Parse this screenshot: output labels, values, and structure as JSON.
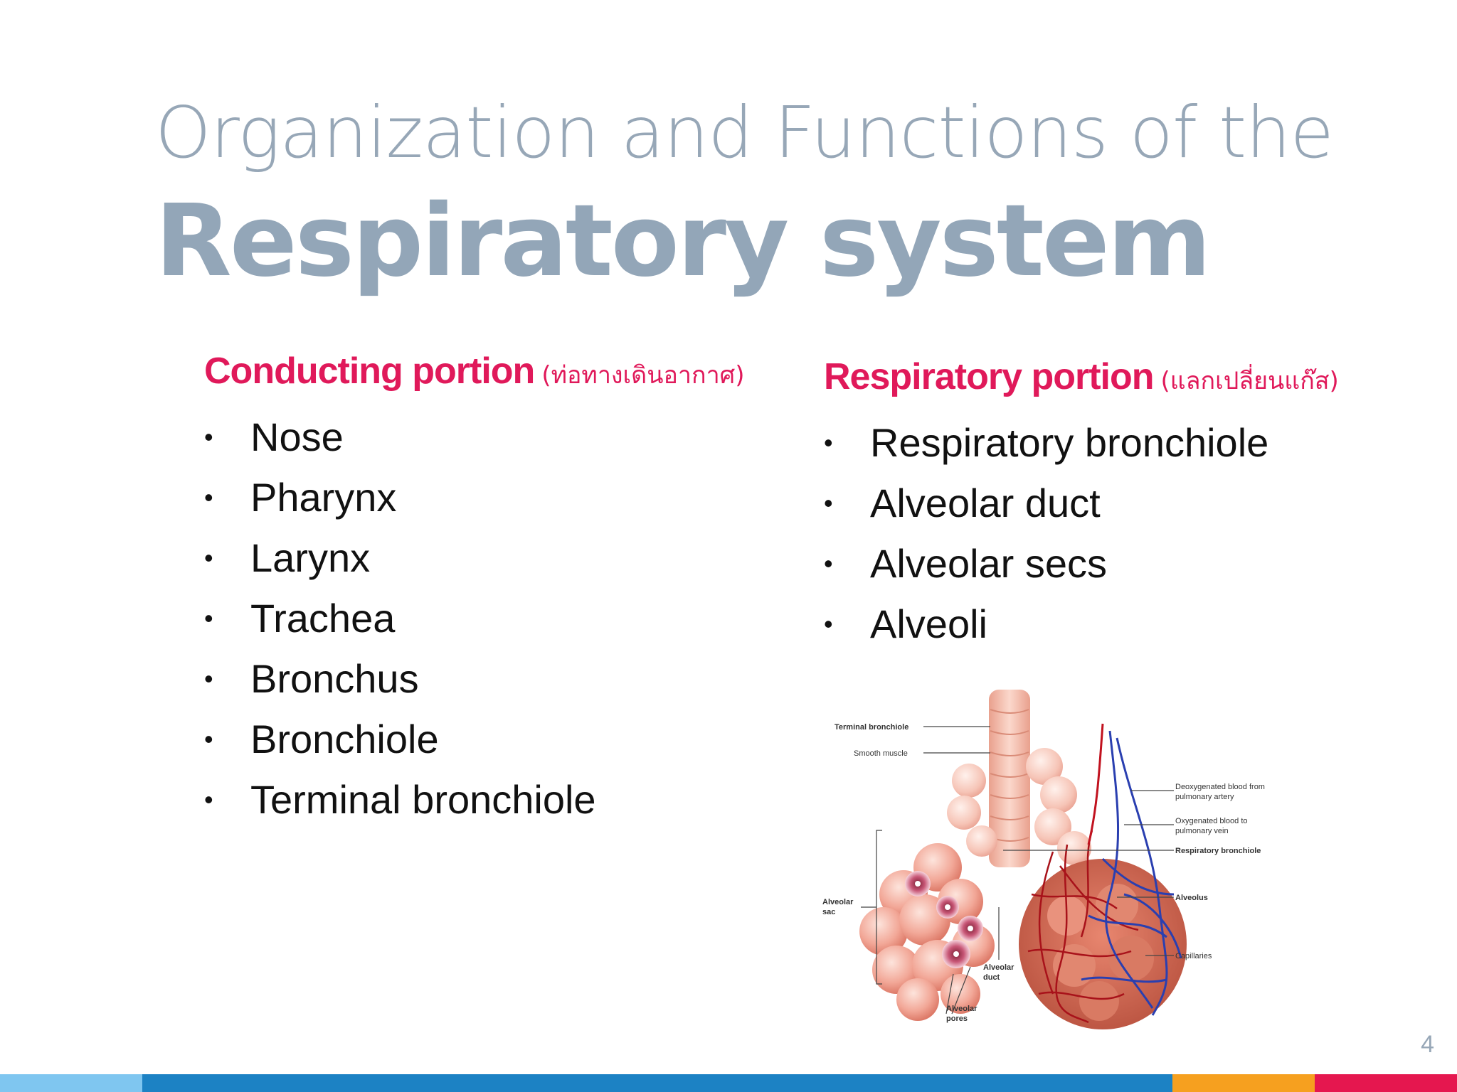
{
  "slide": {
    "title_line1": "Organization and Functions of  the",
    "title_line2": "Respiratory system",
    "page_number": "4"
  },
  "conducting": {
    "heading": "Conducting portion",
    "heading_thai": "(ท่อทางเดินอากาศ)",
    "items": [
      "Nose",
      "Pharynx",
      "Larynx",
      "Trachea",
      "Bronchus",
      "Bronchiole",
      "Terminal bronchiole"
    ]
  },
  "respiratory": {
    "heading": "Respiratory portion",
    "heading_thai": "(แลกเปลี่ยนแก๊ส)",
    "items": [
      "Respiratory bronchiole",
      "Alveolar duct",
      "Alveolar secs",
      "Alveoli"
    ]
  },
  "diagram": {
    "labels": {
      "terminal_bronchiole": "Terminal bronchiole",
      "smooth_muscle": "Smooth muscle",
      "deoxy_line1": "Deoxygenated blood from",
      "deoxy_line2": "pulmonary artery",
      "oxy_line1": "Oxygenated blood to",
      "oxy_line2": "pulmonary vein",
      "resp_bronchiole": "Respiratory bronchiole",
      "alveolus": "Alveolus",
      "capillaries": "Capillaries",
      "alveolar_sac_line1": "Alveolar",
      "alveolar_sac_line2": "sac",
      "alveolar_duct_line1": "Alveolar",
      "alveolar_duct_line2": "duct",
      "alveolar_pores_line1": "Alveolar",
      "alveolar_pores_line2": "pores"
    }
  },
  "colors": {
    "title": "#97a7b7",
    "heading_accent": "#e0195a",
    "bar": [
      "#7fc6f0",
      "#1c82c4",
      "#f6a01f",
      "#e5174f"
    ]
  }
}
